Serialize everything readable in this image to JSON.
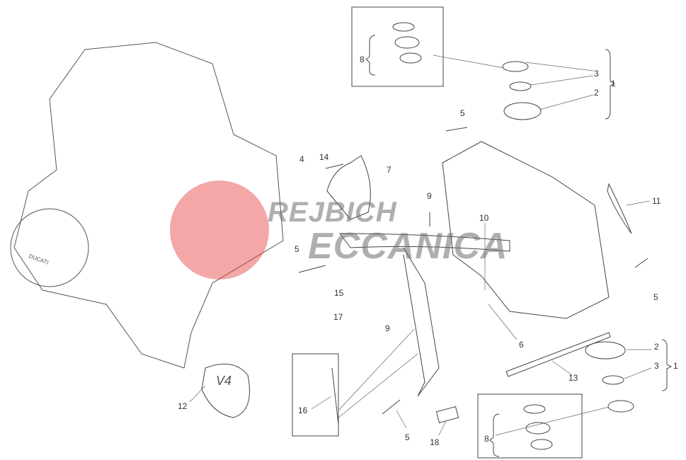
{
  "diagram": {
    "callouts": [
      "1",
      "3",
      "2",
      "5",
      "8",
      "4",
      "14",
      "7",
      "9",
      "10",
      "11",
      "5",
      "5",
      "15",
      "17",
      "9",
      "6",
      "2",
      "1",
      "3",
      "13",
      "12",
      "16",
      "5",
      "18",
      "8"
    ],
    "part_texts": {
      "cover_badge": "V4",
      "engine_brand": "DUCATI"
    },
    "watermark": {
      "line1": "REJBICH",
      "line2": "ECCANICA"
    }
  }
}
